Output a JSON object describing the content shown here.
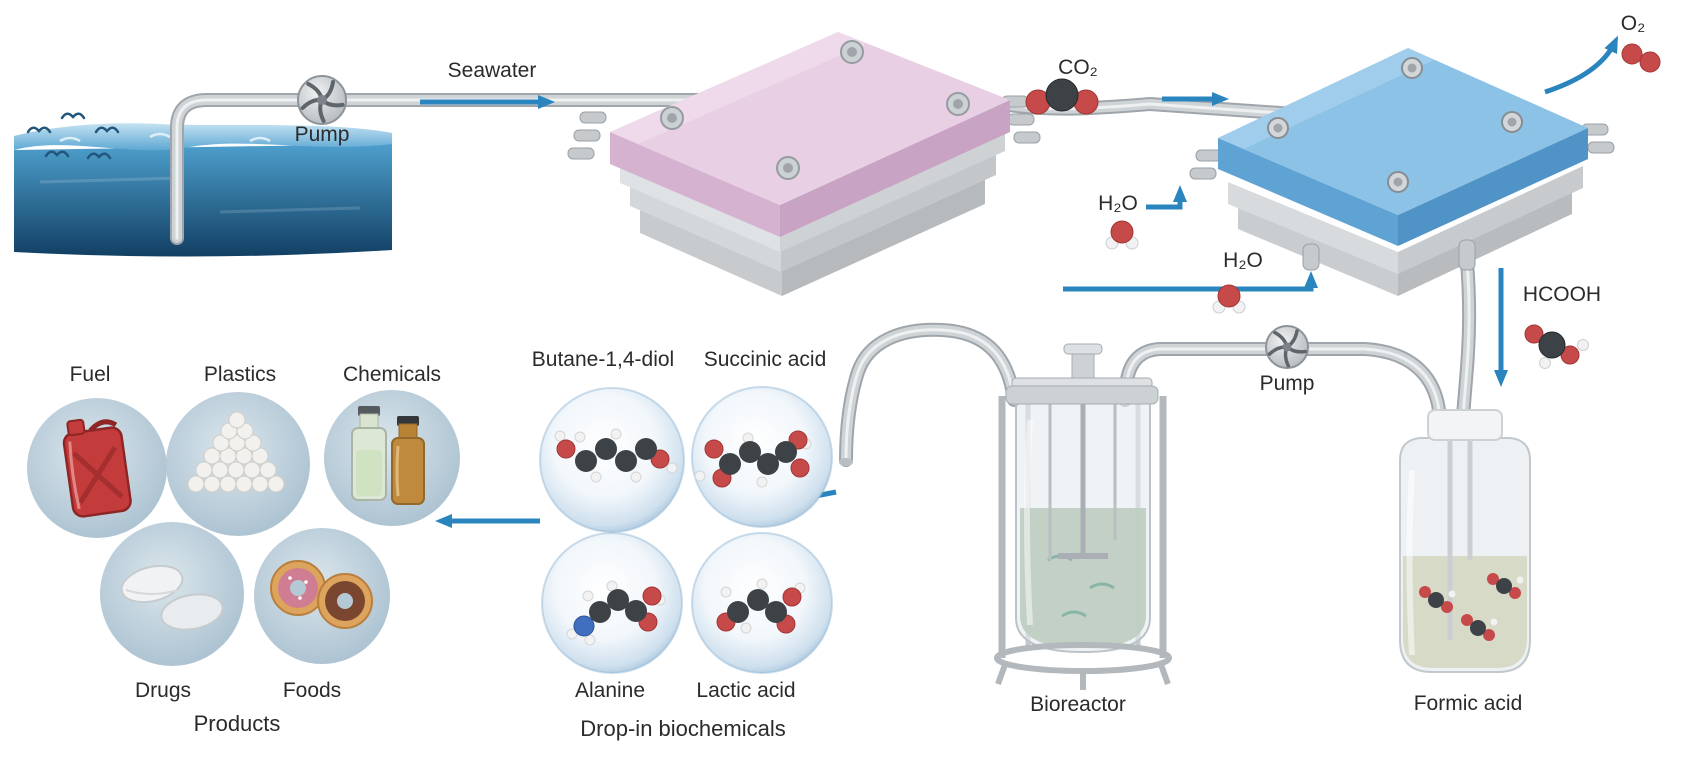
{
  "labels": {
    "seawater": "Seawater",
    "pump_top": "Pump",
    "pump_right": "Pump",
    "co2": "CO₂",
    "o2": "O₂",
    "h2o_upper": "H₂O",
    "h2o_lower": "H₂O",
    "hcooh": "HCOOH",
    "bioreactor": "Bioreactor",
    "formic_acid": "Formic acid",
    "drop_in_biochemicals": "Drop-in biochemicals",
    "products_caption": "Products"
  },
  "biochemicals": [
    {
      "name": "Butane-1,4-diol"
    },
    {
      "name": "Succinic acid"
    },
    {
      "name": "Alanine"
    },
    {
      "name": "Lactic acid"
    }
  ],
  "products": [
    {
      "name": "Fuel"
    },
    {
      "name": "Plastics"
    },
    {
      "name": "Chemicals"
    },
    {
      "name": "Drugs"
    },
    {
      "name": "Foods"
    }
  ],
  "colors": {
    "arrow_blue": "#2a85bf",
    "device_pink": "#e8cfe4",
    "device_blue": "#8cc2e6",
    "tube_gray": "#ced3d6",
    "atom_carbon": "#3d4246",
    "atom_oxygen": "#c64a4a",
    "atom_hydrogen": "#f2f2f2",
    "atom_nitrogen": "#3f6fbe",
    "ocean_deep": "#123f63"
  }
}
